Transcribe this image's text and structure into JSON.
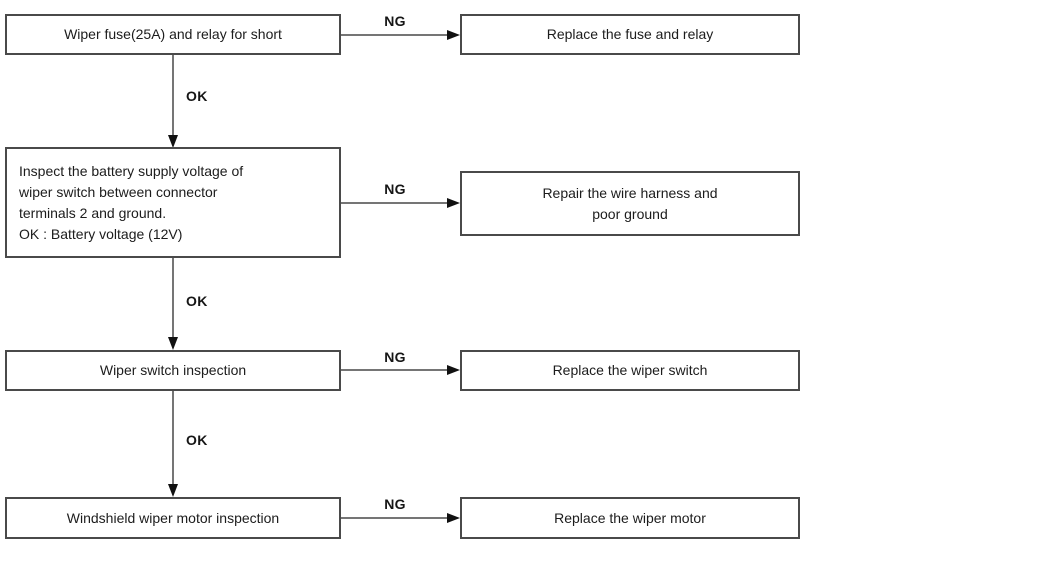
{
  "labels": {
    "ng": "NG",
    "ok": "OK"
  },
  "flowchart": {
    "steps": [
      {
        "check": "Wiper fuse(25A) and relay for short",
        "ng_action": "Replace the fuse and relay"
      },
      {
        "check": "Inspect the battery supply voltage of\nwiper switch between connector\nterminals 2 and ground.\nOK : Battery voltage (12V)",
        "ng_action": "Repair the wire harness and\npoor ground"
      },
      {
        "check": "Wiper switch inspection",
        "ng_action": "Replace the wiper switch"
      },
      {
        "check": "Windshield wiper motor inspection",
        "ng_action": "Replace the wiper motor"
      }
    ]
  }
}
